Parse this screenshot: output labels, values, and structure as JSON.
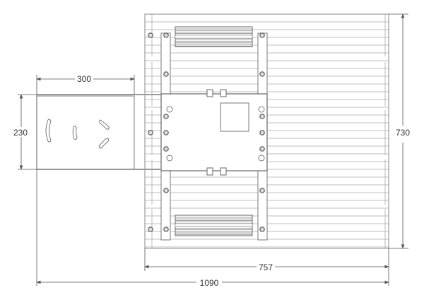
{
  "dimensions": {
    "bracket_width": "300",
    "bracket_height": "230",
    "fixture_height": "730",
    "fixture_width": "757",
    "total_length": "1090"
  }
}
